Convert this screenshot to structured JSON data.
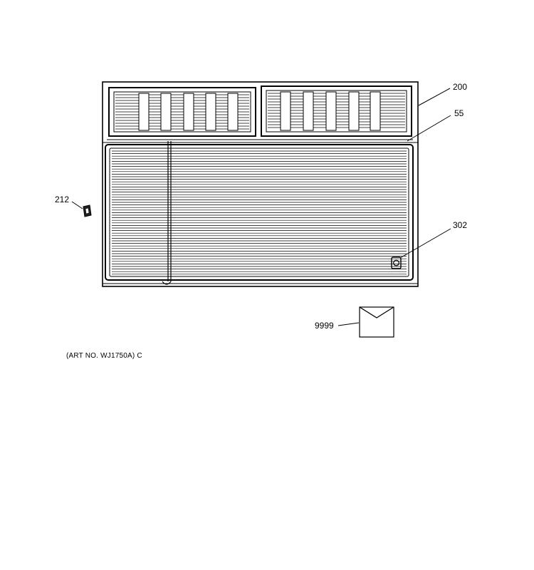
{
  "callouts": {
    "front_panel": "200",
    "louver_strip": "55",
    "clip": "212",
    "badge": "302",
    "literature": "9999"
  },
  "art_number": "(ART NO. WJ1750A) C",
  "colors": {
    "line": "#000000",
    "background": "#ffffff"
  }
}
